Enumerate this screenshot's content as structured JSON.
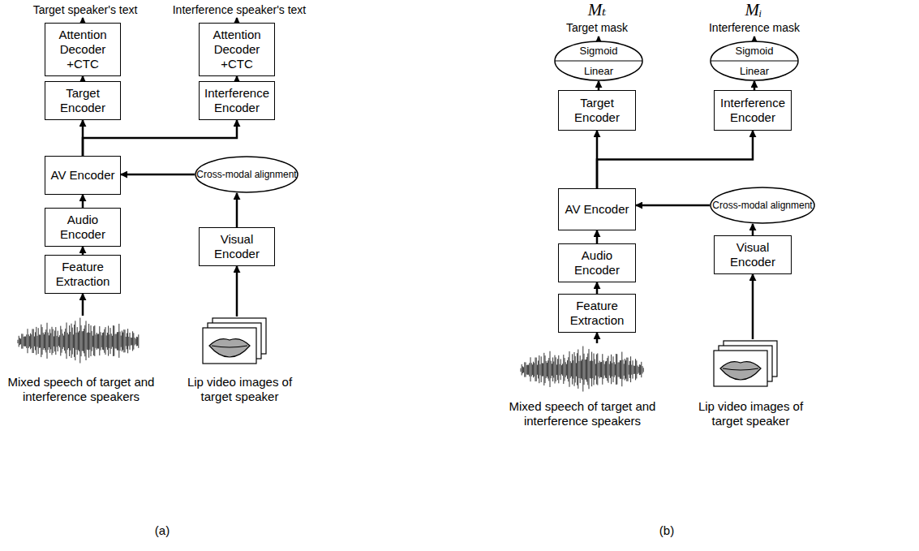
{
  "diagram": {
    "nodes": [
      {
        "text": [
          "Attention Decoder +CTC"
        ]
      },
      {
        "text": [
          "Attention Decoder +CTC"
        ]
      },
      {
        "text": [
          "Target Encoder"
        ]
      },
      {
        "text": [
          "Interference Encoder"
        ]
      },
      {
        "text": [
          "AV Encoder"
        ]
      },
      {
        "text": [
          "Cross-modal alignment"
        ]
      },
      {
        "text": [
          "Audio Encoder"
        ]
      },
      {
        "text": [
          "Visual Encoder"
        ]
      },
      {
        "text": [
          "Feature Extraction"
        ]
      },
      {
        "text": [
          "Sigmoid",
          "Linear"
        ]
      },
      {
        "text": [
          "Sigmoid",
          "Linear"
        ]
      },
      {
        "text": [
          "Target Encoder"
        ]
      },
      {
        "text": [
          "Interference Encoder"
        ]
      },
      {
        "text": [
          "AV Encoder"
        ]
      },
      {
        "text": [
          "Cross-modal alignment"
        ]
      },
      {
        "text": [
          "Audio Encoder"
        ]
      },
      {
        "text": [
          "Visual Encoder"
        ]
      },
      {
        "text": [
          "Feature Extraction"
        ]
      }
    ],
    "edges": [
      {
        "from": 2,
        "to": 0,
        "arrow": "to"
      },
      {
        "from": 3,
        "to": 1,
        "arrow": "to"
      },
      {
        "from": 4,
        "to": 2,
        "arrow": "to"
      },
      {
        "from": 4,
        "to": 3,
        "arrow": "to"
      },
      {
        "from": 6,
        "to": 4,
        "arrow": "to"
      },
      {
        "from": 8,
        "to": 6,
        "arrow": "to"
      },
      {
        "from": 5,
        "to": 4,
        "arrow": "to"
      },
      {
        "from": 7,
        "to": 5,
        "arrow": "to"
      },
      {
        "from": 11,
        "to": 9,
        "arrow": "to"
      },
      {
        "from": 12,
        "to": 10,
        "arrow": "to"
      },
      {
        "from": 13,
        "to": 11,
        "arrow": "to"
      },
      {
        "from": 13,
        "to": 12,
        "arrow": "to"
      },
      {
        "from": 15,
        "to": 13,
        "arrow": "to"
      },
      {
        "from": 17,
        "to": 15,
        "arrow": "to"
      },
      {
        "from": 14,
        "to": 13,
        "arrow": "to"
      },
      {
        "from": 16,
        "to": 14,
        "arrow": "to"
      }
    ],
    "labels": [
      "Target speaker's text",
      "Interference speaker's text",
      "Mixed speech of target and interference speakers",
      "Lip video images of target speaker",
      "(a)",
      "Mₜ",
      "Target mask",
      "Mᵢ",
      "Interference mask",
      "Mixed speech of target and interference speakers",
      "Lip video images of target speaker",
      "(b)"
    ]
  }
}
